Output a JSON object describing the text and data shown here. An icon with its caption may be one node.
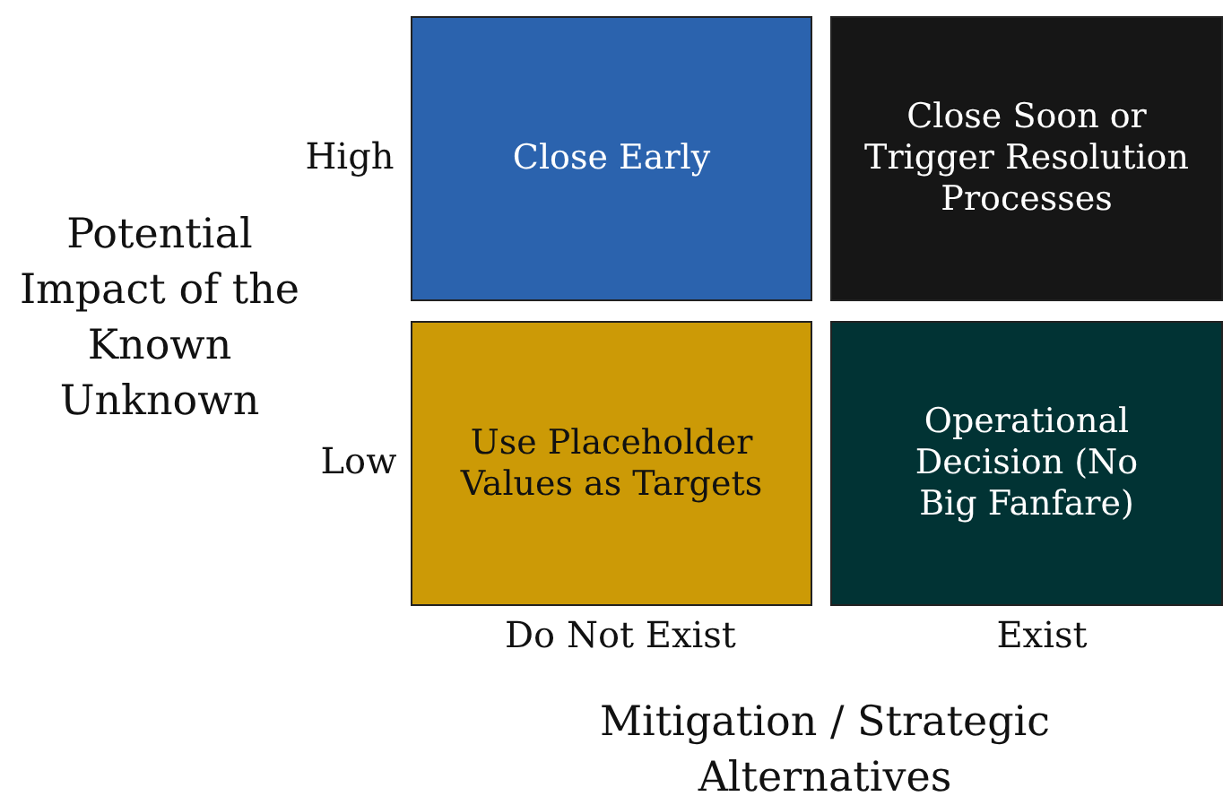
{
  "diagram": {
    "nodes": [
      {
        "text": [
          "Close Early"
        ]
      },
      {
        "text": [
          "Close Soon or Trigger Resolution Processes"
        ]
      },
      {
        "text": [
          "Use Placeholder Values as Targets"
        ]
      },
      {
        "text": [
          "Operational Decision (No Big Fanfare)"
        ]
      }
    ],
    "labels": [
      "High",
      "Potential Impact of the Known Unknown",
      "Low",
      "Do Not Exist",
      "Exist",
      "Mitigation / Strategic Alternatives"
    ]
  }
}
